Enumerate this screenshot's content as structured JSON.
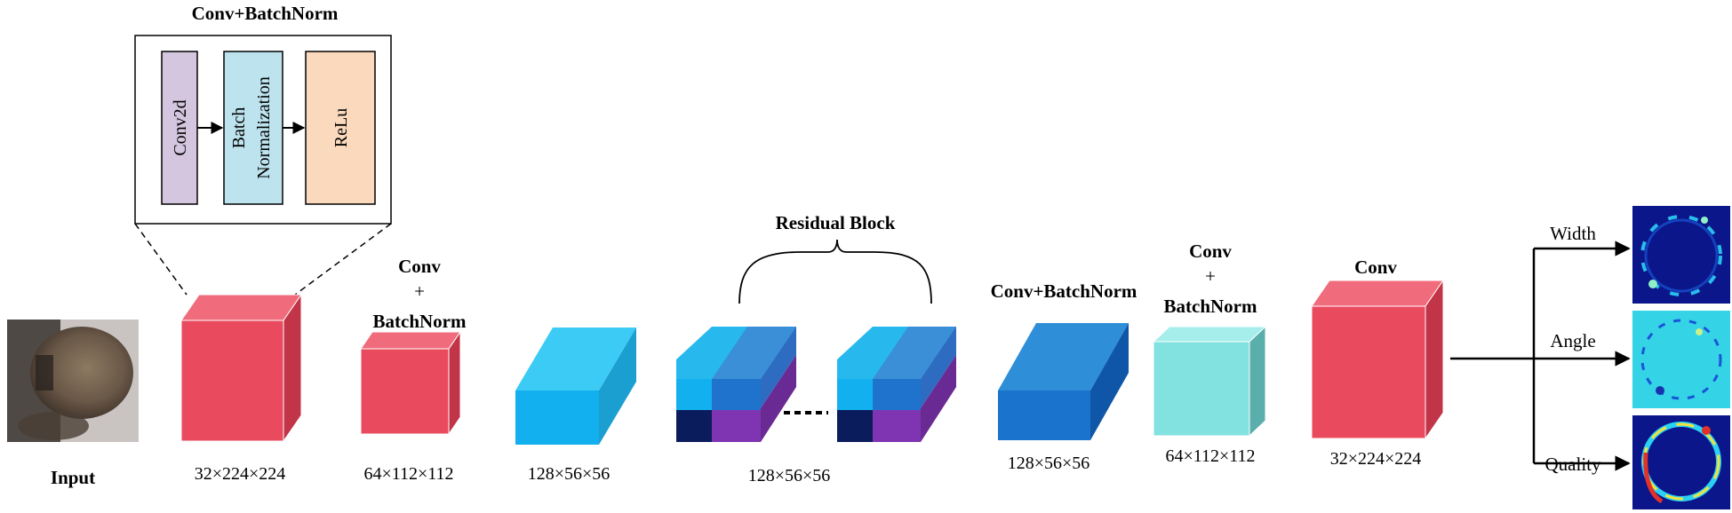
{
  "inset": {
    "title": "Conv+BatchNorm",
    "layers": [
      {
        "lines": [
          "Conv2d"
        ],
        "color": "#d5c6e0"
      },
      {
        "lines": [
          "Batch",
          "Normalization"
        ],
        "color": "#bde3ee"
      },
      {
        "lines": [
          "ReLu"
        ],
        "color": "#fad9bd"
      }
    ]
  },
  "input": {
    "label": "Input"
  },
  "blocks": {
    "b1": {
      "dims": "32×224×224"
    },
    "b2": {
      "title": [
        "Conv",
        "+",
        "BatchNorm"
      ],
      "dims": "64×112×112"
    },
    "b3": {
      "dims": "128×56×56"
    },
    "residual": {
      "title": "Residual Block",
      "dims": "128×56×56"
    },
    "b5": {
      "title": "Conv+BatchNorm",
      "dims": "128×56×56"
    },
    "b6": {
      "title": [
        "Conv",
        "+",
        "BatchNorm"
      ],
      "dims": "64×112×112"
    },
    "b7": {
      "title": "Conv",
      "dims": "32×224×224"
    }
  },
  "outputs": [
    {
      "label": "Width"
    },
    {
      "label": "Angle"
    },
    {
      "label": "Quality"
    }
  ],
  "colors": {
    "red": "#ea4a5d",
    "light_blue": "#2bbdf0",
    "mid_blue": "#1c7fd0",
    "navy": "#0b1c5c",
    "purple": "#7f35b2",
    "teal": "#82e2df"
  }
}
